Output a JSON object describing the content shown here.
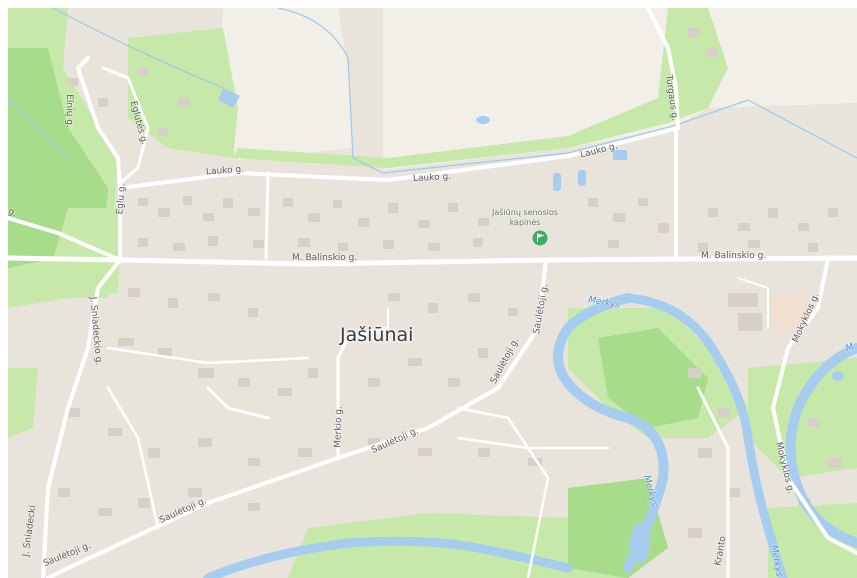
{
  "map": {
    "place_label": "Jašiūnai",
    "poi": {
      "line1": "Jašiūnų senosios",
      "line2": "kapinės",
      "icon": "flag-marker-icon",
      "icon_color": "#3cae5f"
    },
    "streets": {
      "lauko_1": "Lauko g.",
      "lauko_2": "Lauko g.",
      "lauko_3": "Lauko g.",
      "balinskio_1": "M. Balinskio g.",
      "balinskio_2": "M. Balinskio g.",
      "elniu": "Elnių g.",
      "eglutes": "Eglutės g.",
      "eglu_2": "Eglu g.",
      "sniadeckio_1": "J. Sniadeckio g.",
      "sniadeckio_2": "J. Sniadecki",
      "sauletoji_1": "Saulėtoji g.",
      "sauletoji_2": "Saulėtoji g.",
      "sauletoji_3": "Saulėtoji g.",
      "sauletoji_4": "Saulėtoji g.",
      "sauletoji_5": "Saulėtoji g.",
      "merkio": "Merkio g.",
      "turgaus": "Turgaus g.",
      "mokyklos_1": "Mokyklos g.",
      "mokyklos_2": "Mokyklos g.",
      "kranto": "Kranto",
      "left_edge": "g."
    },
    "water": {
      "merkys_1": "Merkys",
      "merkys_2": "Merkys",
      "merkys_3": "Merkys",
      "merkys_edge": "M"
    },
    "colors": {
      "land": "#e9e4db",
      "water": "#a6cdf0",
      "park": "#c6e8a8",
      "road": "#ffffff"
    }
  }
}
